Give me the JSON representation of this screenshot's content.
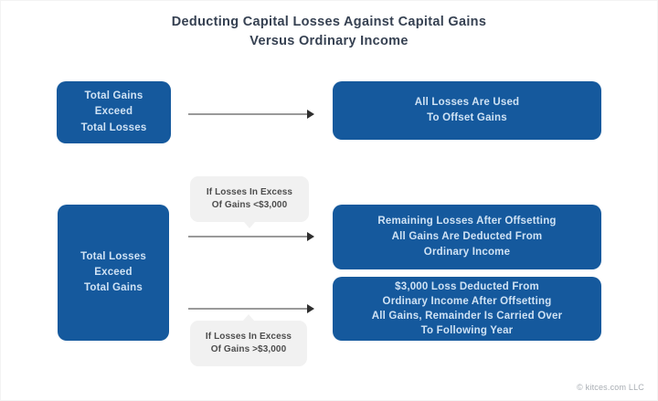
{
  "title": "Deducting Capital Losses Against Capital Gains\nVersus Ordinary Income",
  "colors": {
    "box_blue": "#15599d",
    "box_text": "#cfe2f4",
    "bubble_bg": "#f1f1f1",
    "bubble_text": "#4d4d4d",
    "title_text": "#364152",
    "arrow_line": "#9a9a9a",
    "arrow_head": "#2f2f2f",
    "attribution_text": "#a8adb3"
  },
  "flow_gains_exceed": {
    "source": "Total Gains\nExceed\nTotal Losses",
    "result": "All Losses Are Used\nTo Offset Gains"
  },
  "flow_losses_exceed": {
    "source": "Total Losses\nExceed\nTotal Gains",
    "condition_under_3000": "If Losses In Excess\nOf Gains <$3,000",
    "condition_over_3000": "If Losses In Excess\nOf Gains >$3,000",
    "result_under_3000": "Remaining Losses After Offsetting\nAll Gains Are Deducted From\nOrdinary Income",
    "result_over_3000": "$3,000 Loss Deducted From\nOrdinary Income After Offsetting\nAll Gains, Remainder Is Carried Over\nTo Following Year"
  },
  "footer": {
    "attribution": "© kitces.com LLC"
  }
}
